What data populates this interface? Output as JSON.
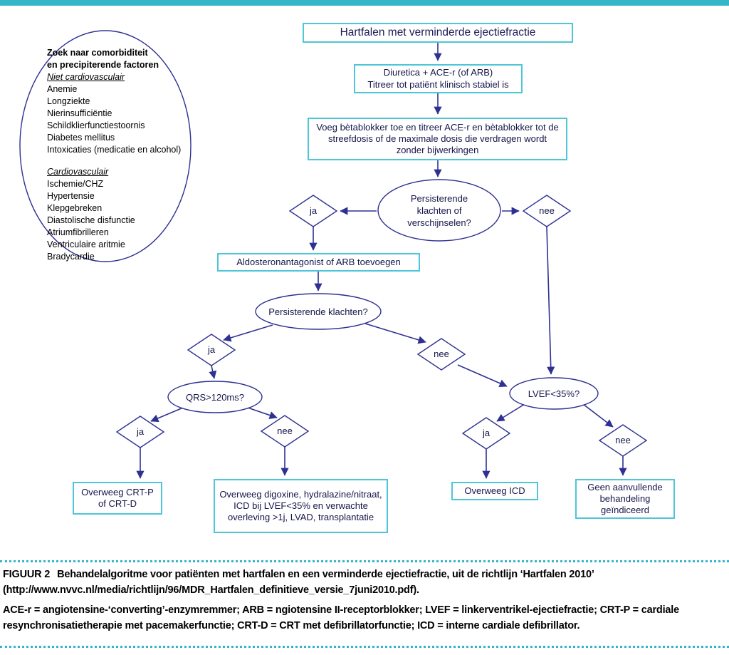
{
  "colors": {
    "accent_teal": "#35b5c8",
    "node_border_cyan": "#4ec6d8",
    "connector_navy": "#2e3192"
  },
  "comorbidity": {
    "title1": "Zoek naar comorbiditeit",
    "title2": "en precipiterende factoren",
    "s1_title": "Niet cardiovasculair",
    "s1_items": [
      "Anemie",
      "Longziekte",
      "Nierinsufficiëntie",
      "Schildklierfunctiestoornis",
      "Diabetes mellitus",
      "Intoxicaties (medicatie en alcohol)"
    ],
    "s2_title": "Cardiovasculair",
    "s2_items": [
      "Ischemie/CHZ",
      "Hypertensie",
      "Klepgebreken",
      "Diastolische disfunctie",
      "Atriumfibrilleren",
      "Ventriculaire aritmie",
      "Bradycardie"
    ]
  },
  "flowchart": {
    "start": "Hartfalen met verminderde ejectiefractie",
    "step1a": "Diuretica + ACE-r (of ARB)",
    "step1b": "Titreer tot patiënt klinisch stabiel is",
    "step2": "Voeg bètablokker toe en titreer ACE-r en bètablokker tot de streefdosis of de maximale dosis die verdragen wordt zonder bijwerkingen",
    "d1": "Persisterende klachten of verschijnselen?",
    "step3": "Aldosteronantagonist of ARB toevoegen",
    "d2": "Persisterende klachten?",
    "d3": "QRS>120ms?",
    "d4": "LVEF<35%?",
    "o1": "Overweeg CRT-P of CRT-D",
    "o2": "Overweeg digoxine, hydralazine/nitraat, ICD bij LVEF<35% en verwachte overleving >1j, LVAD, transplantatie",
    "o3": "Overweeg ICD",
    "o4": "Geen aanvullende behandeling geïndiceerd",
    "ja": "ja",
    "nee": "nee"
  },
  "caption": {
    "figure_label": "FIGUUR 2",
    "text1": "Behandelalgoritme voor patiënten met hartfalen en een verminderde ejectiefractie, uit de richtlijn ‘Hartfalen 2010’ (http://www.nvvc.nl/media/richtlijn/96/MDR_Hartfalen_definitieve_versie_7juni2010.pdf).",
    "text2": "ACE-r = angiotensine-‘converting’-enzymremmer; ARB = ngiotensine II-receptorblokker; LVEF = linkerventrikel-ejectiefractie; CRT-P = cardiale resynchronisatietherapie met pacemakerfunctie; CRT-D = CRT met defibrillatorfunctie; ICD = interne cardiale defibrillator."
  }
}
